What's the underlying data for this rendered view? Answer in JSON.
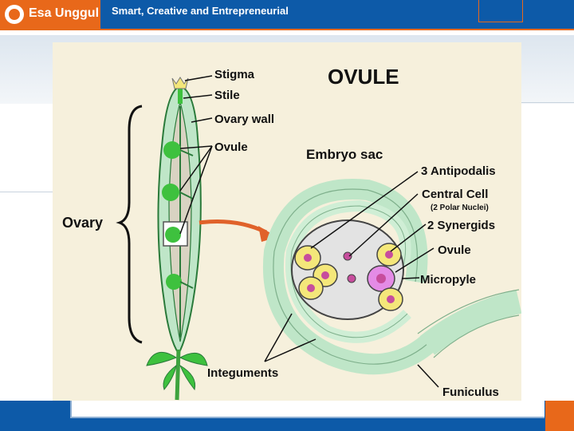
{
  "header": {
    "logo_text": "Esa Unggul",
    "tagline": "Smart, Creative and Entrepreneurial"
  },
  "diagram": {
    "title": "OVULE",
    "labels": {
      "stigma": "Stigma",
      "stile": "Stile",
      "ovary_wall": "Ovary wall",
      "ovule_top": "Ovule",
      "ovary": "Ovary",
      "embryo_sac": "Embryo sac",
      "antipodalis": "3 Antipodalis",
      "central_cell": "Central Cell",
      "polar_nuclei": "(2 Polar Nuclei)",
      "synergids": "2 Synergids",
      "ovule_right": "Ovule",
      "micropyle": "Micropyle",
      "integuments": "Integuments",
      "funiculus": "Funiculus"
    },
    "colors": {
      "background": "#f6f0dc",
      "tissue_green": "#bfe6c8",
      "ovule_green": "#3ec13e",
      "antipodal_yellow": "#f4e77a",
      "egg_pink": "#e48be6",
      "arrow_orange": "#e0622a"
    }
  }
}
